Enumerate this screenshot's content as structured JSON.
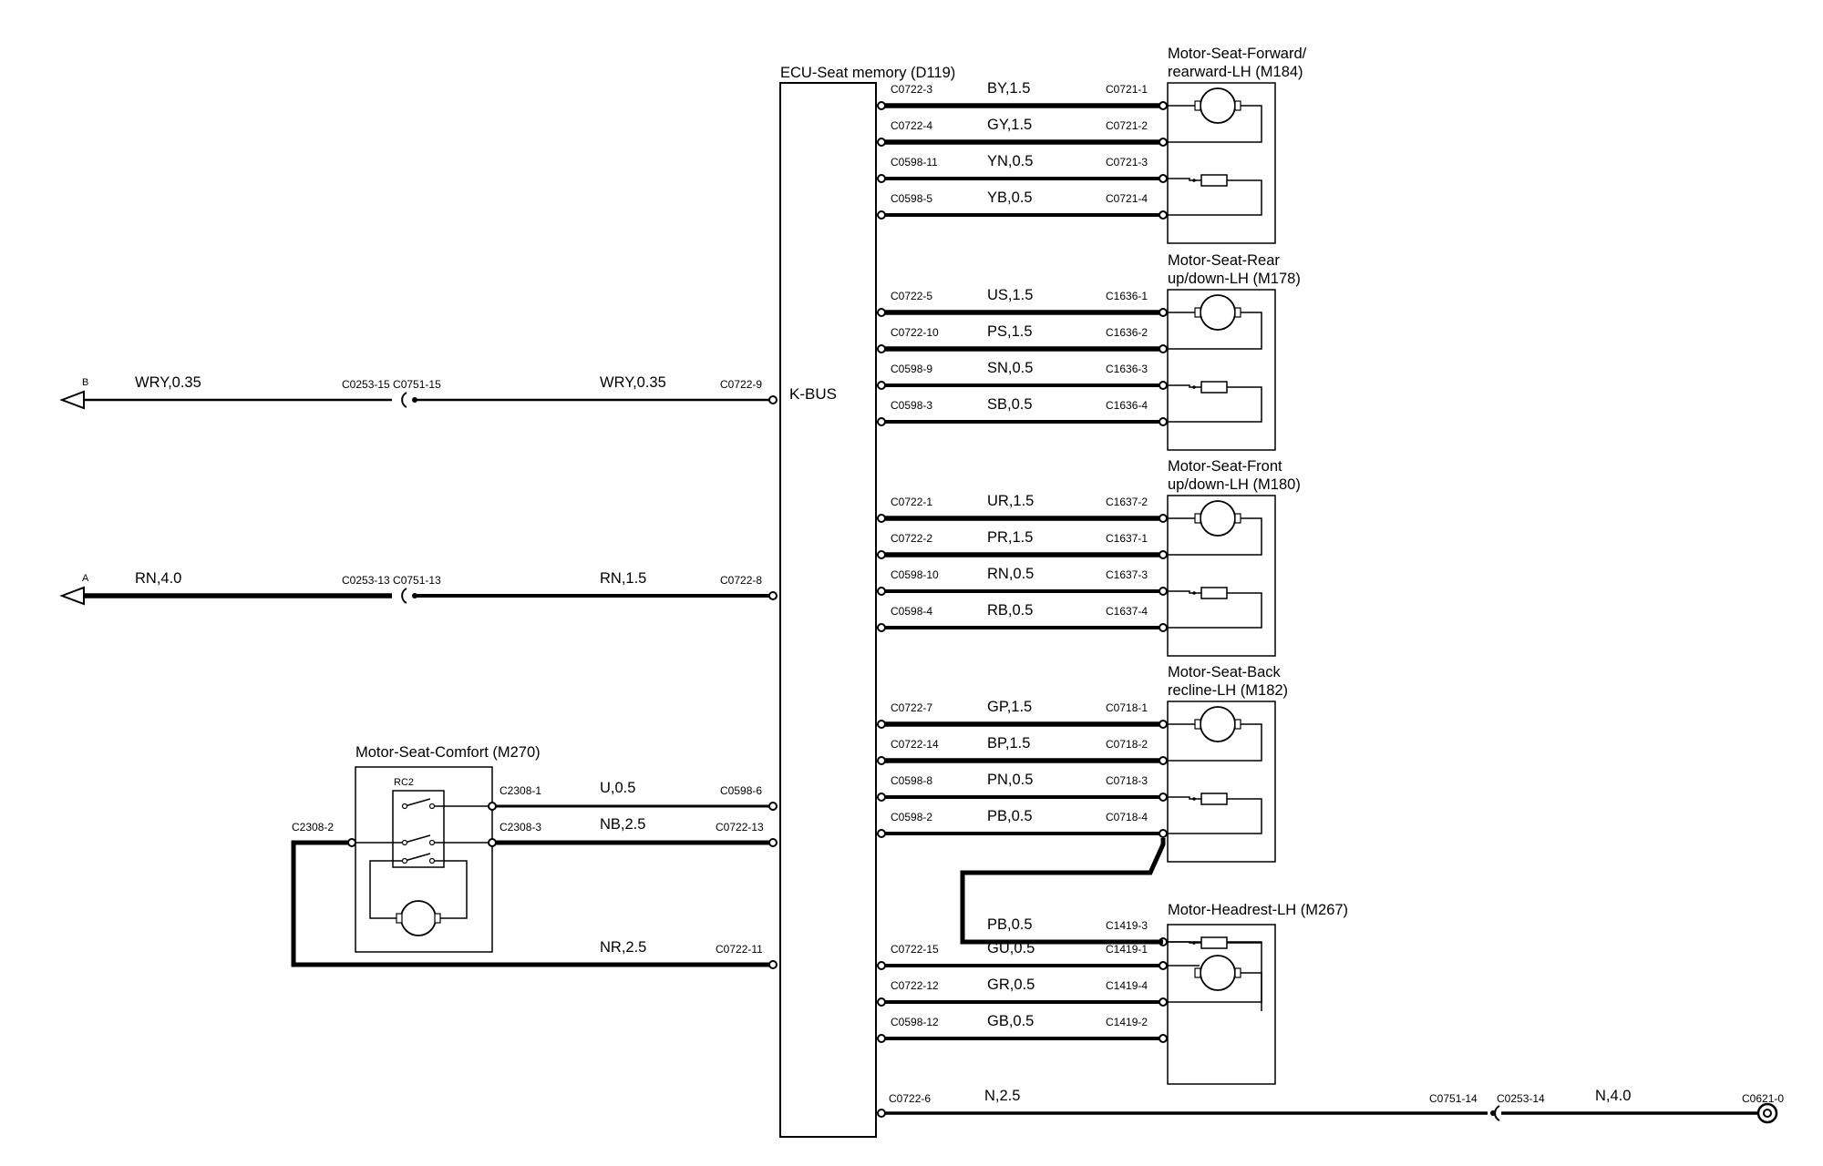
{
  "ecu": {
    "title": "ECU-Seat memory (D119)",
    "kbus": "K-BUS"
  },
  "components": {
    "m184": {
      "line1": "Motor-Seat-Forward/",
      "line2": "rearward-LH (M184)"
    },
    "m178": {
      "line1": "Motor-Seat-Rear",
      "line2": "up/down-LH (M178)"
    },
    "m180": {
      "line1": "Motor-Seat-Front",
      "line2": "up/down-LH (M180)"
    },
    "m182": {
      "line1": "Motor-Seat-Back",
      "line2": "recline-LH (M182)"
    },
    "m267": {
      "line1": "Motor-Headrest-LH (M267)"
    },
    "m270": {
      "line1": "Motor-Seat-Comfort (M270)",
      "rc2": "RC2"
    }
  },
  "right_wires": [
    {
      "left": "C0722-3",
      "wire": "BY,1.5",
      "right": "C0721-1"
    },
    {
      "left": "C0722-4",
      "wire": "GY,1.5",
      "right": "C0721-2"
    },
    {
      "left": "C0598-11",
      "wire": "YN,0.5",
      "right": "C0721-3"
    },
    {
      "left": "C0598-5",
      "wire": "YB,0.5",
      "right": "C0721-4"
    },
    {
      "left": "C0722-5",
      "wire": "US,1.5",
      "right": "C1636-1"
    },
    {
      "left": "C0722-10",
      "wire": "PS,1.5",
      "right": "C1636-2"
    },
    {
      "left": "C0598-9",
      "wire": "SN,0.5",
      "right": "C1636-3"
    },
    {
      "left": "C0598-3",
      "wire": "SB,0.5",
      "right": "C1636-4"
    },
    {
      "left": "C0722-1",
      "wire": "UR,1.5",
      "right": "C1637-2"
    },
    {
      "left": "C0722-2",
      "wire": "PR,1.5",
      "right": "C1637-1"
    },
    {
      "left": "C0598-10",
      "wire": "RN,0.5",
      "right": "C1637-3"
    },
    {
      "left": "C0598-4",
      "wire": "RB,0.5",
      "right": "C1637-4"
    },
    {
      "left": "C0722-7",
      "wire": "GP,1.5",
      "right": "C0718-1"
    },
    {
      "left": "C0722-14",
      "wire": "BP,1.5",
      "right": "C0718-2"
    },
    {
      "left": "C0598-8",
      "wire": "PN,0.5",
      "right": "C0718-3"
    },
    {
      "left": "C0598-2",
      "wire": "PB,0.5",
      "right": "C0718-4"
    },
    {
      "left": "",
      "wire": "PB,0.5",
      "right": "C1419-3"
    },
    {
      "left": "C0722-15",
      "wire": "GU,0.5",
      "right": "C1419-1"
    },
    {
      "left": "C0722-12",
      "wire": "GR,0.5",
      "right": "C1419-4"
    },
    {
      "left": "C0598-12",
      "wire": "GB,0.5",
      "right": "C1419-2"
    }
  ],
  "ground": {
    "ecu_pin": "C0722-6",
    "wire1": "N,2.5",
    "conn_a": "C0751-14",
    "conn_b": "C0253-14",
    "wire2": "N,4.0",
    "ground_pin": "C0621-0"
  },
  "left_b": {
    "arrow": "B",
    "wire_out": "WRY,0.35",
    "conn": "C0253-15 C0751-15",
    "wire_in": "WRY,0.35",
    "ecu_pin": "C0722-9"
  },
  "left_a": {
    "arrow": "A",
    "wire_out": "RN,4.0",
    "conn": "C0253-13 C0751-13",
    "wire_in": "RN,1.5",
    "ecu_pin": "C0722-8"
  },
  "comfort": {
    "pin1": "C2308-1",
    "wire1": "U,0.5",
    "ecu1": "C0598-6",
    "pin3": "C2308-3",
    "wire3": "NB,2.5",
    "ecu3": "C0722-13",
    "pin2": "C2308-2",
    "wire2": "NR,2.5",
    "ecu2": "C0722-11"
  }
}
